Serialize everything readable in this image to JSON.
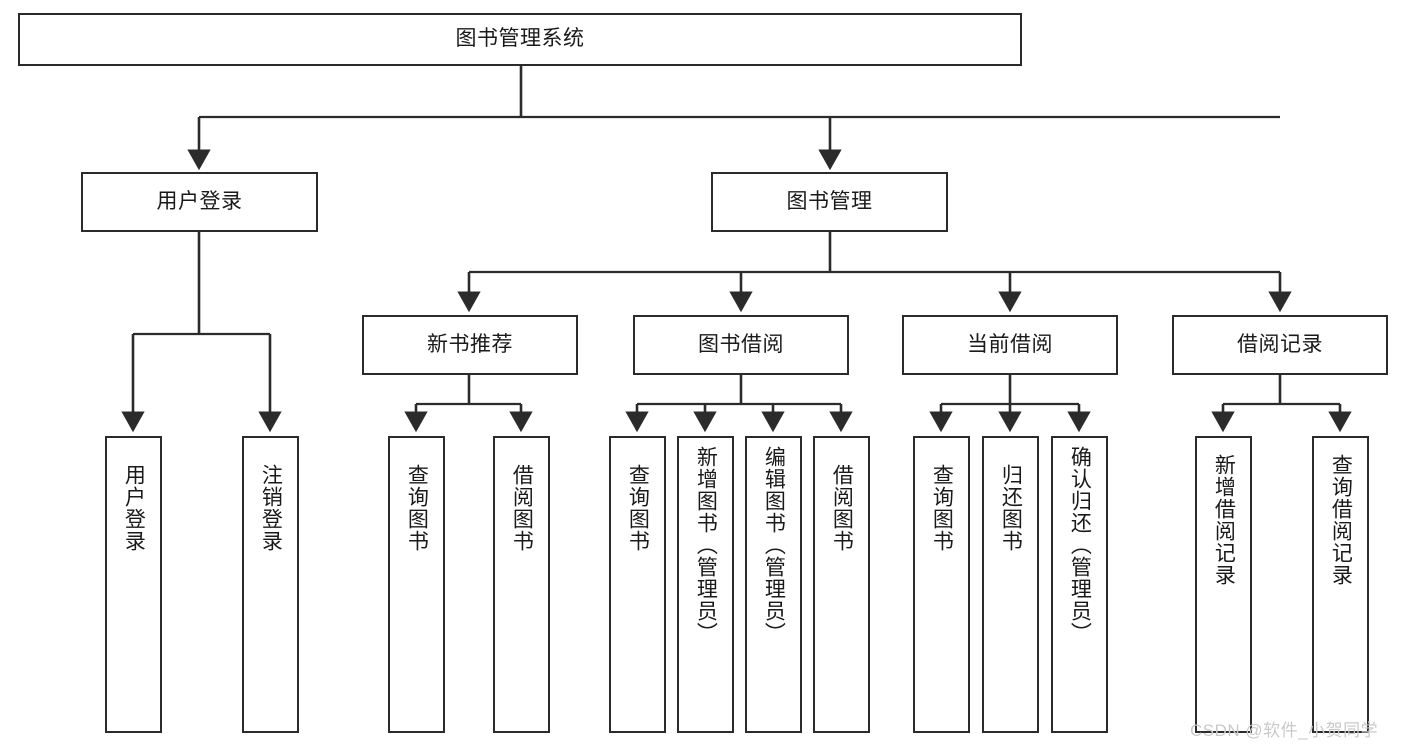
{
  "diagram": {
    "title": "图书管理系统",
    "type": "功能结构图",
    "style": {
      "box_fill": "#ffffff",
      "box_stroke": "#2b2b2b",
      "connector_color": "#2b2b2b",
      "text_color": "#1a1a1a",
      "background": "#ffffff",
      "watermark_color": "#c9c9c9"
    }
  },
  "watermark": {
    "text": "CSDN @软件_小贺同学"
  },
  "nodes": {
    "root": {
      "label": "图书管理系统"
    },
    "level1": [
      {
        "label": "用户登录"
      },
      {
        "label": "图书管理"
      }
    ],
    "level2": [
      {
        "label": "新书推荐"
      },
      {
        "label": "图书借阅"
      },
      {
        "label": "当前借阅"
      },
      {
        "label": "借阅记录"
      }
    ],
    "leaves_user_login": [
      {
        "label": "用户登录"
      },
      {
        "label": "注销登录"
      }
    ],
    "leaves_new_book": [
      {
        "label": "查询图书"
      },
      {
        "label": "借阅图书"
      }
    ],
    "leaves_borrow": [
      {
        "label": "查询图书"
      },
      {
        "label": "新增图书（管理员）"
      },
      {
        "label": "编辑图书（管理员）"
      },
      {
        "label": "借阅图书"
      }
    ],
    "leaves_current": [
      {
        "label": "查询图书"
      },
      {
        "label": "归还图书"
      },
      {
        "label": "确认归还（管理员）"
      }
    ],
    "leaves_records": [
      {
        "label": "新增借阅记录"
      },
      {
        "label": "查询借阅记录"
      }
    ]
  }
}
